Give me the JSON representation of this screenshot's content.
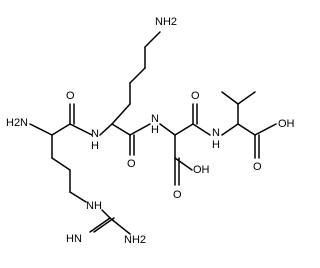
{
  "labels": {
    "nh2_top": "NH2",
    "h2n_left": "H2N",
    "o_arg_carbonyl": "O",
    "nh_arg_lys": "N",
    "h_arg_lys": "H",
    "o_lys_carbonyl": "O",
    "nh_lys_asp": "N",
    "h_lys_asp": "H",
    "o_asp_carbonyl": "O",
    "nh_asp_val": "N",
    "h_asp_val": "H",
    "oh_val": "OH",
    "o_val": "O",
    "oh_asp": "OH",
    "o_asp_sidechain": "O",
    "nh_guan": "NH",
    "hn_guan": "HN",
    "nh2_guan": "NH2"
  }
}
